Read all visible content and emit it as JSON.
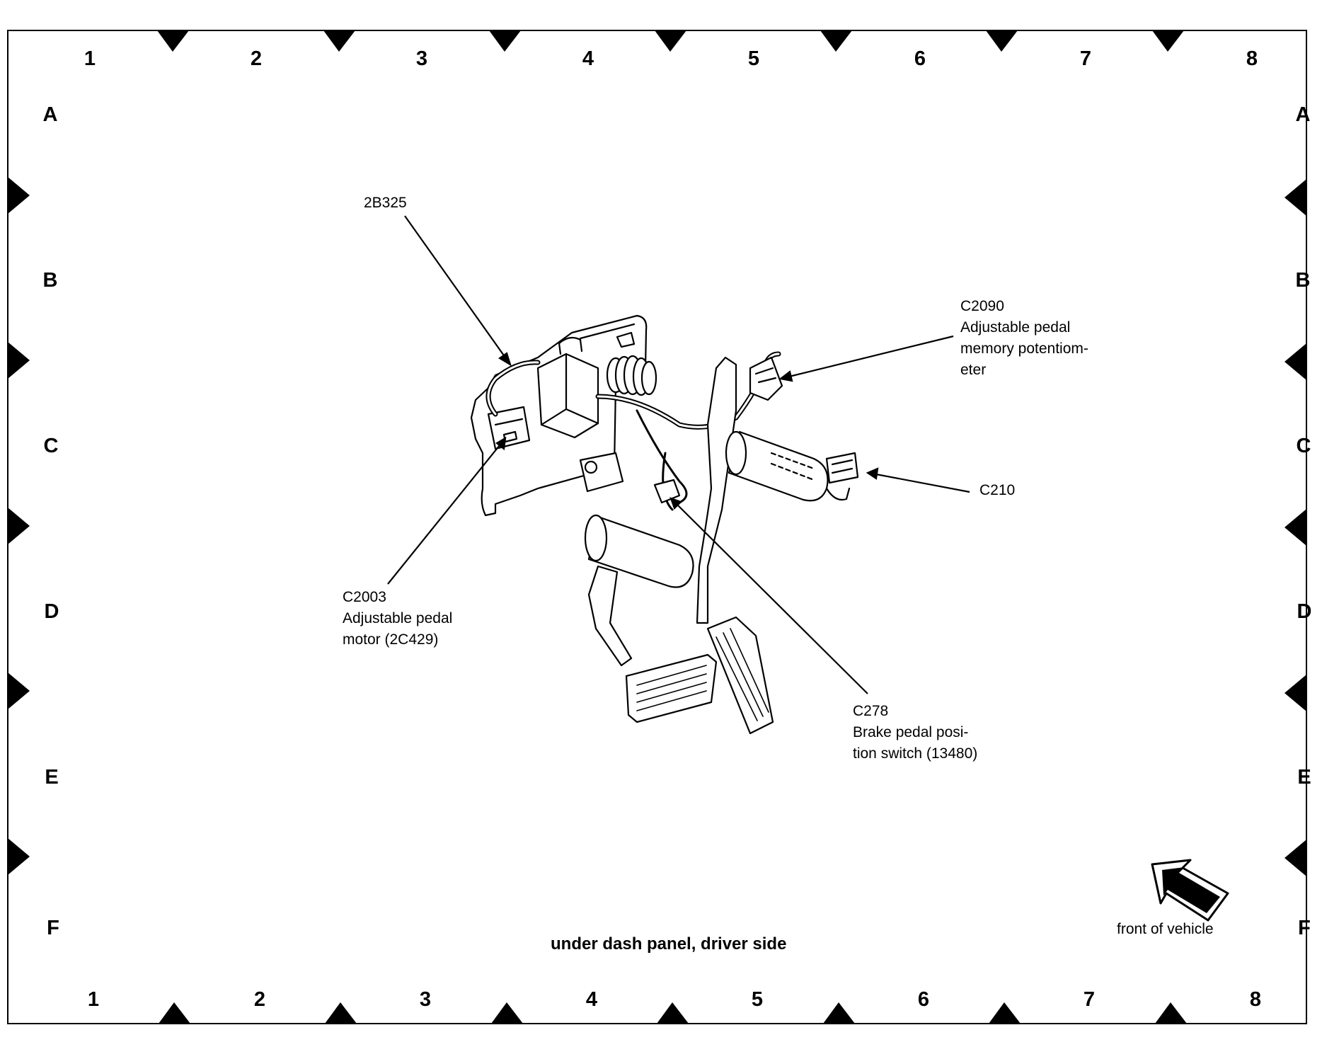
{
  "grid": {
    "columns": [
      "1",
      "2",
      "3",
      "4",
      "5",
      "6",
      "7",
      "8"
    ],
    "rows": [
      "A",
      "B",
      "C",
      "D",
      "E",
      "F"
    ]
  },
  "callouts": {
    "c2b325": {
      "id": "2B325"
    },
    "c2090": {
      "id": "C2090",
      "lines": [
        "Adjustable pedal",
        "memory potentiom-",
        "eter"
      ]
    },
    "c210": {
      "id": "C210"
    },
    "c2003": {
      "id": "C2003",
      "lines": [
        "Adjustable pedal",
        "motor (2C429)"
      ]
    },
    "c278": {
      "id": "C278",
      "lines": [
        "Brake pedal posi-",
        "tion switch (13480)"
      ]
    }
  },
  "caption": "under dash panel, driver side",
  "orientation": {
    "label": "front of vehicle",
    "icon": "arrow-up-left-icon"
  }
}
